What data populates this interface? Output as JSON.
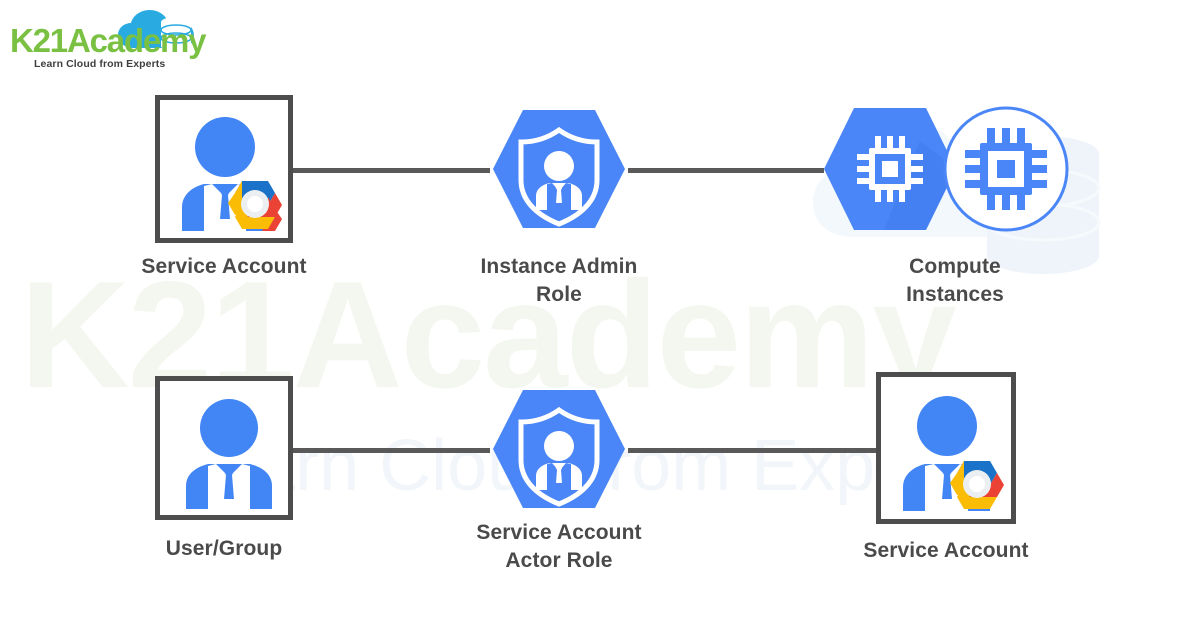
{
  "brand": {
    "name": "K21Academy",
    "tagline": "Learn Cloud from Experts",
    "logo_icon": "cloud-database-icon",
    "green": "#7ac143",
    "blue": "#29abe2"
  },
  "watermark": {
    "main_text": "K21Academy",
    "sub_text": "Learn Cloud from Experts",
    "main_color": "#f3f7ef",
    "sub_color": "#f2f6fa",
    "cloud_icon": "cloud-database-watermark-icon"
  },
  "theme": {
    "accent_blue": "#4285f4",
    "hex_blue": "#4a86f7",
    "line_gray": "#595959",
    "box_border": "#4d4d4d",
    "label_color": "#4a4a4a",
    "gcp_blue": "#1a73c8",
    "gcp_yellow": "#fbbc05",
    "gcp_red": "#ea4335",
    "gcp_center": "#eceff1"
  },
  "diagram": {
    "type": "flow",
    "rows": [
      {
        "id": "row-1",
        "name": "instance-admin-flow",
        "nodes": [
          {
            "id": "r1-n1",
            "name": "service-account-source",
            "label": "Service Account",
            "icon": "service-account-person-icon",
            "style": "boxed-person-with-gcp-badge"
          },
          {
            "id": "r1-n2",
            "name": "instance-admin-role",
            "label": "Instance Admin\nRole",
            "label_line1": "Instance Admin",
            "label_line2": "Role",
            "icon": "shield-person-hexagon-icon",
            "style": "hexagon-shield"
          },
          {
            "id": "r1-n3",
            "name": "compute-instances",
            "label": "Compute\nInstances",
            "label_line1": "Compute",
            "label_line2": "Instances",
            "icon": "cpu-chip-hexagon-icon",
            "style": "hexagon-chip-plus-circle-chip"
          }
        ],
        "connectors": [
          {
            "name": "connector-sa-to-role",
            "from": "r1-n1",
            "to": "r1-n2"
          },
          {
            "name": "connector-role-to-compute",
            "from": "r1-n2",
            "to": "r1-n3"
          }
        ]
      },
      {
        "id": "row-2",
        "name": "service-account-actor-flow",
        "nodes": [
          {
            "id": "r2-n1",
            "name": "user-group",
            "label": "User/Group",
            "icon": "person-icon",
            "style": "boxed-person"
          },
          {
            "id": "r2-n2",
            "name": "service-account-actor-role",
            "label": "Service Account\nActor Role",
            "label_line1": "Service Account",
            "label_line2": "Actor Role",
            "icon": "shield-person-hexagon-icon",
            "style": "hexagon-shield"
          },
          {
            "id": "r2-n3",
            "name": "service-account-target",
            "label": "Service Account",
            "icon": "service-account-person-icon",
            "style": "boxed-person-with-gcp-badge"
          }
        ],
        "connectors": [
          {
            "name": "connector-usergroup-to-role",
            "from": "r2-n1",
            "to": "r2-n2"
          },
          {
            "name": "connector-role-to-sa",
            "from": "r2-n2",
            "to": "r2-n3"
          }
        ]
      }
    ]
  }
}
